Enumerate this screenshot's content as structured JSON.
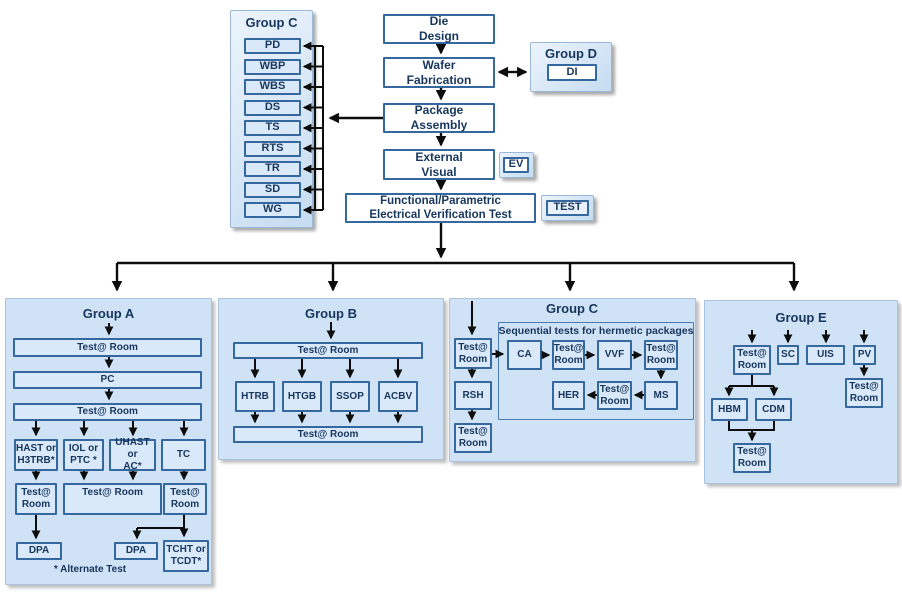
{
  "top": {
    "group_c": {
      "title": "Group C",
      "items": [
        "PD",
        "WBP",
        "WBS",
        "DS",
        "TS",
        "RTS",
        "TR",
        "SD",
        "WG"
      ]
    },
    "flow": {
      "die": "Die\nDesign",
      "wafer": "Wafer\nFabrication",
      "package": "Package\nAssembly",
      "external": "External\nVisual",
      "functional": "Functional/Parametric\nElectrical Verification Test"
    },
    "group_d": {
      "title": "Group D",
      "item": "DI"
    },
    "ev": "EV",
    "test": "TEST"
  },
  "labels": {
    "test_room_1line": "Test@ Room",
    "test_room_2line": "Test@\nRoom"
  },
  "group_a": {
    "title": "Group A",
    "pc": "PC",
    "branches": [
      "HAST or\nH3TRB*",
      "IOL or\nPTC *",
      "UHAST or\nAC*",
      "TC"
    ],
    "dpa_left": "DPA",
    "dpa_right": "DPA",
    "tcht": "TCHT or\nTCDT*",
    "note": "* Alternate Test"
  },
  "group_b": {
    "title": "Group B",
    "branches": [
      "HTRB",
      "HTGB",
      "SSOP",
      "ACBV"
    ]
  },
  "group_c_bottom": {
    "title": "Group C",
    "subpanel_title": "Sequential tests for hermetic packages",
    "rsh": "RSH",
    "ca": "CA",
    "vvf": "VVF",
    "her": "HER",
    "ms": "MS"
  },
  "group_e": {
    "title": "Group E",
    "sc": "SC",
    "uis": "UIS",
    "pv": "PV",
    "hbm": "HBM",
    "cdm": "CDM"
  },
  "colors": {
    "box_border": "#35689f",
    "panel_fill": "#cfe2f6",
    "text": "#17365d",
    "arrow": "#0d0d0d"
  }
}
